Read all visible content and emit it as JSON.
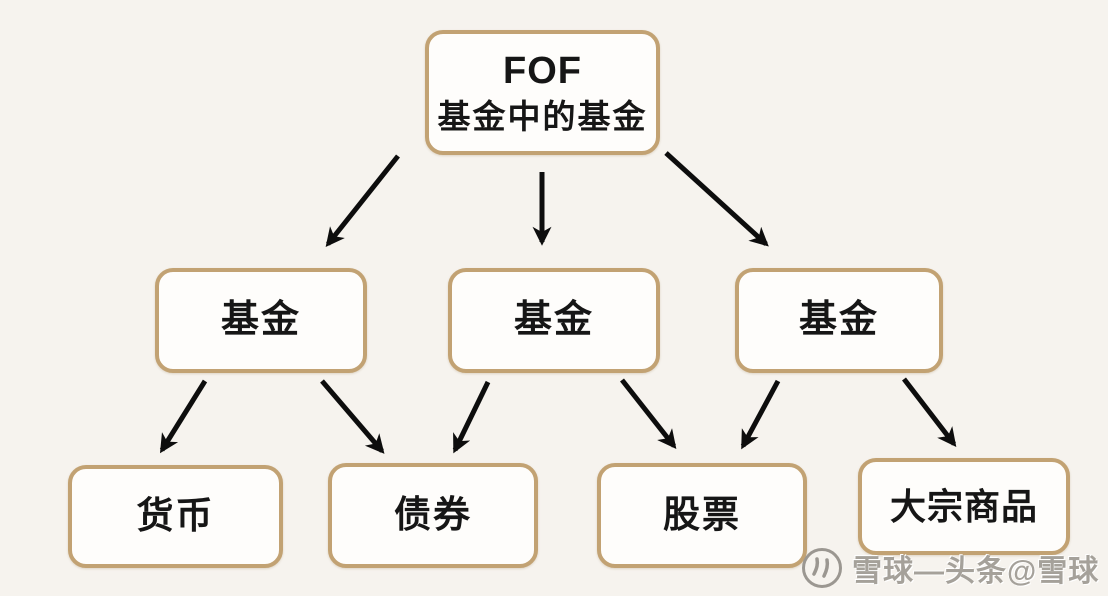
{
  "diagram": {
    "type": "flowchart",
    "topic": "FOF fund-of-funds structure",
    "nodes": {
      "fof": {
        "line1": "FOF",
        "line2": "基金中的基金"
      },
      "fund_left": {
        "label": "基金"
      },
      "fund_center": {
        "label": "基金"
      },
      "fund_right": {
        "label": "基金"
      },
      "money": {
        "label": "货币"
      },
      "bond": {
        "label": "债券"
      },
      "stock": {
        "label": "股票"
      },
      "commodity": {
        "label": "大宗商品"
      }
    },
    "edges": [
      {
        "from": "fof",
        "to": "fund_left"
      },
      {
        "from": "fof",
        "to": "fund_center"
      },
      {
        "from": "fof",
        "to": "fund_right"
      },
      {
        "from": "fund_left",
        "to": "money"
      },
      {
        "from": "fund_left",
        "to": "bond"
      },
      {
        "from": "fund_center",
        "to": "bond"
      },
      {
        "from": "fund_center",
        "to": "stock"
      },
      {
        "from": "fund_right",
        "to": "stock"
      },
      {
        "from": "fund_right",
        "to": "commodity"
      }
    ],
    "colors": {
      "background": "#f6f3ee",
      "box_border": "#c2a273",
      "box_fill": "#fefdfb",
      "text": "#161616",
      "arrow": "#0d0d0d",
      "watermark": "#a5a19a"
    }
  },
  "watermark": {
    "logo": "xueqiu-snowball-logo",
    "text": "雪球—头条@雪球"
  }
}
